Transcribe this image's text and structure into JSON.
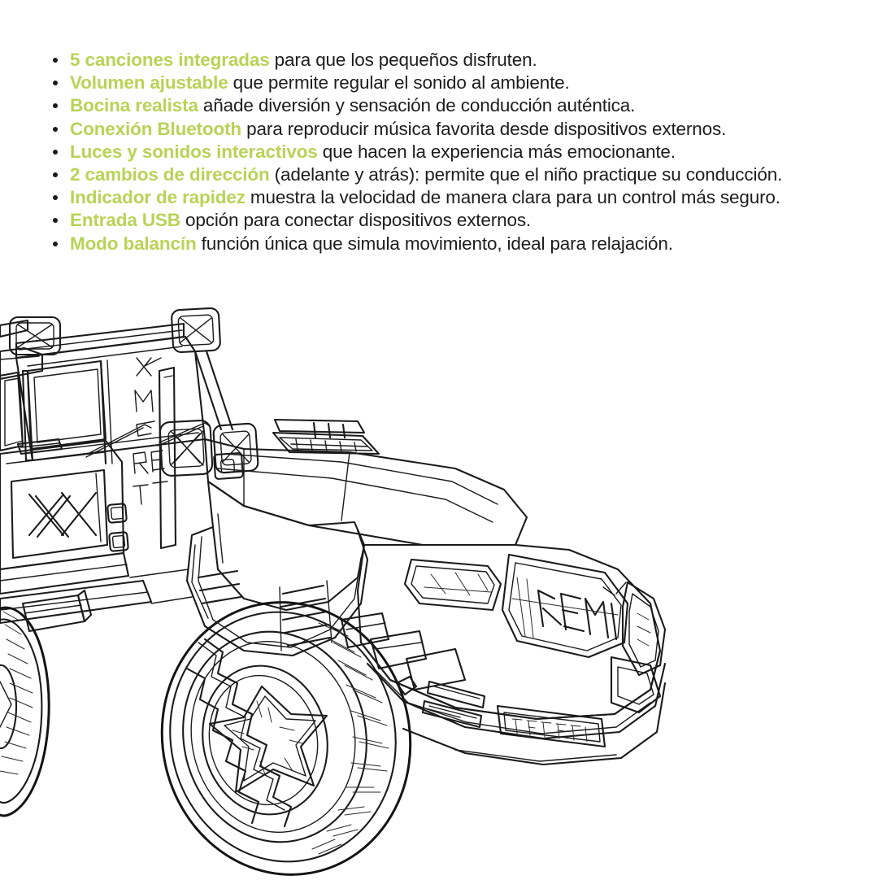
{
  "page": {
    "background_color": "#ffffff",
    "accent_color": "#b8d356",
    "text_color": "#1a1a1a"
  },
  "features": {
    "bullet_glyph": "•",
    "items": [
      {
        "highlight": "5 canciones integradas",
        "rest": " para que los pequeños disfruten."
      },
      {
        "highlight": "Volumen ajustable",
        "rest": " que permite regular el sonido al ambiente."
      },
      {
        "highlight": "Bocina realista",
        "rest": " añade diversión y sensación de conducción auténtica."
      },
      {
        "highlight": "Conexión Bluetooth",
        "rest": " para reproducir música favorita desde dispositivos externos."
      },
      {
        "highlight": "Luces y sonidos interactivos",
        "rest": " que hacen la experiencia más emocionante."
      },
      {
        "highlight": "2 cambios de dirección",
        "rest": " (adelante y atrás): permite que el niño practique su conducción."
      },
      {
        "highlight": "Indicador de rapidez",
        "rest": " muestra la velocidad de manera clara para un control más seguro."
      },
      {
        "highlight": "Entrada USB",
        "rest": " opción para conectar dispositivos externos."
      },
      {
        "highlight": "Modo balancín",
        "rest": " función única que simula movimiento, ideal para relajación."
      }
    ]
  },
  "illustration": {
    "subject": "ride-on-toy-suv-line-drawing",
    "style": "black-outline-coloring-page",
    "grille_text": "KEMI",
    "side_panel_text": "XX",
    "pillar_text": "KEMI"
  }
}
